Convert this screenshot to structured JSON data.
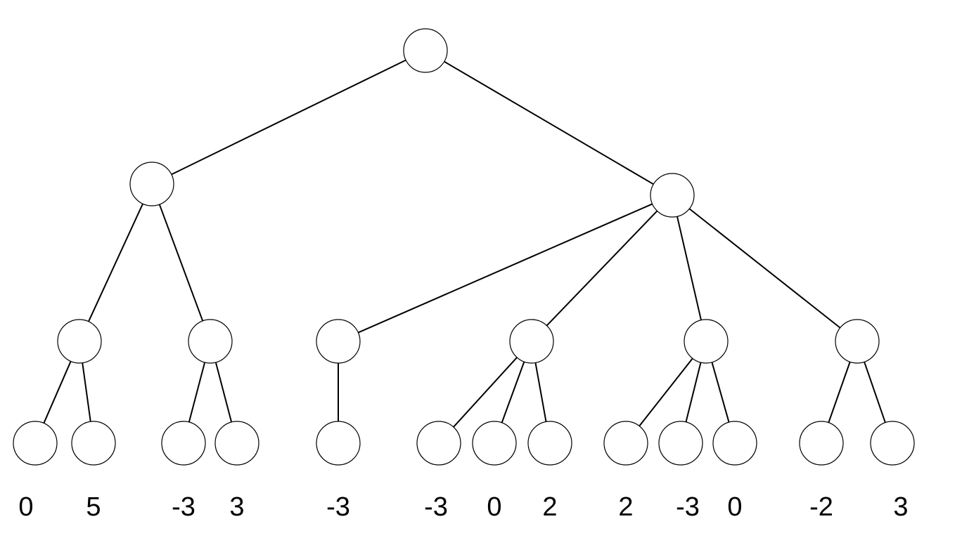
{
  "tree": {
    "edges": [
      [
        "root",
        "l1"
      ],
      [
        "root",
        "r1"
      ],
      [
        "l1",
        "l1a"
      ],
      [
        "l1",
        "l1b"
      ],
      [
        "l1a",
        "leaf1"
      ],
      [
        "l1a",
        "leaf2"
      ],
      [
        "l1b",
        "leaf3"
      ],
      [
        "l1b",
        "leaf4"
      ],
      [
        "r1",
        "r1a"
      ],
      [
        "r1",
        "r1b"
      ],
      [
        "r1",
        "r1c"
      ],
      [
        "r1",
        "r1d"
      ],
      [
        "r1a",
        "leaf5"
      ],
      [
        "r1b",
        "leaf6"
      ],
      [
        "r1b",
        "leaf7"
      ],
      [
        "r1b",
        "leaf8"
      ],
      [
        "r1c",
        "leaf9"
      ],
      [
        "r1c",
        "leaf10"
      ],
      [
        "r1c",
        "leaf11"
      ],
      [
        "r1d",
        "leaf12"
      ],
      [
        "r1d",
        "leaf13"
      ]
    ],
    "leaf_values": [
      "0",
      "5",
      "-3",
      "3",
      "-3",
      "-3",
      "0",
      "2",
      "2",
      "-3",
      "0",
      "-2",
      "3"
    ]
  }
}
